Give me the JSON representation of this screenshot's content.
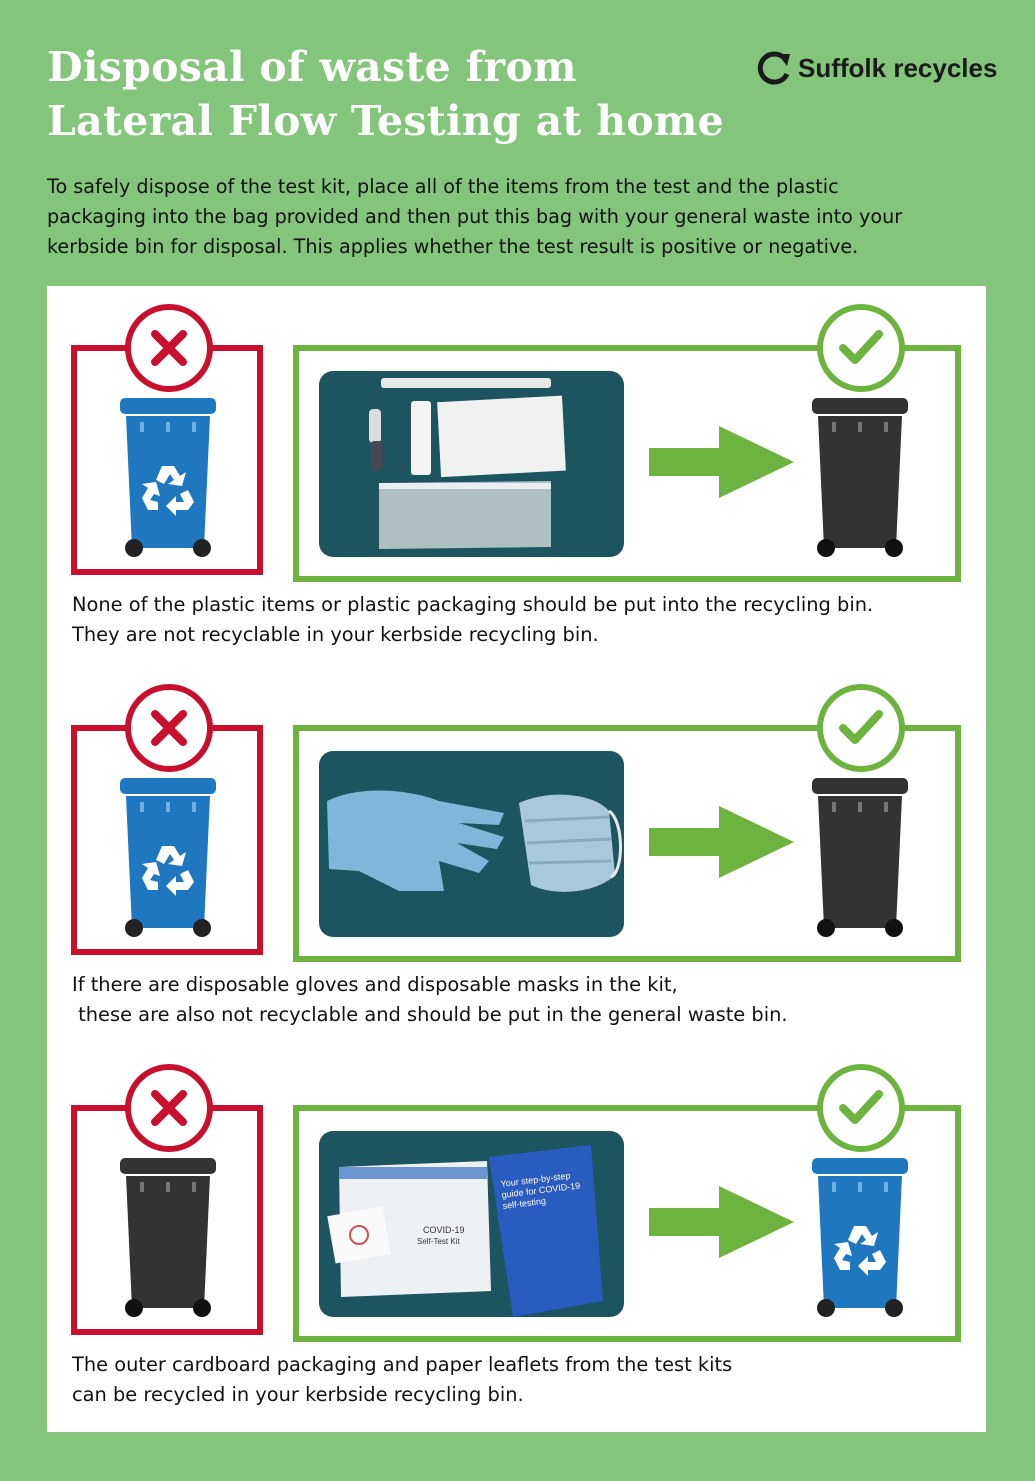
{
  "header": {
    "title_line1": "Disposal of waste from",
    "title_line2": "Lateral Flow Testing at home",
    "logo_text": "Suffolk recycles"
  },
  "intro": {
    "line1": "To safely dispose of the test kit, place all of the items from the test and the plastic",
    "line2": "packaging into the bag provided and then put this bag with your general waste into your",
    "line3": "kerbside bin for disposal. This applies whether the test result is positive or negative."
  },
  "sections": [
    {
      "wrong_bin": "recycling-bin",
      "right_bin": "general-waste-bin",
      "caption_line1": "None of the plastic items or plastic packaging should be put into the recycling bin.",
      "caption_line2": "They are not recyclable in your kerbside recycling bin."
    },
    {
      "wrong_bin": "recycling-bin",
      "right_bin": "general-waste-bin",
      "caption_line1": "If there are disposable gloves and disposable masks in the kit,",
      "caption_line2": " these are also not recyclable and should be put in the general waste bin."
    },
    {
      "wrong_bin": "general-waste-bin",
      "right_bin": "recycling-bin",
      "caption_line1": "The outer cardboard packaging and paper leaflets from the test kits",
      "caption_line2": "can be recycled in your kerbside recycling bin.",
      "photo_box_label": "COVID-19",
      "photo_box_label2": "Self-Test Kit",
      "photo_leaflet_line1": "Your step-by-step",
      "photo_leaflet_line2": "guide for COVID-19",
      "photo_leaflet_line3": "self-testing"
    }
  ],
  "colors": {
    "background": "#82c57b",
    "wrong": "#c8102e",
    "right": "#6db33f",
    "recycling_bin": "#1f77c0",
    "general_bin": "#333333",
    "photo_bg": "#1c5560"
  },
  "icons": [
    "recycle-logo-icon",
    "cross-icon",
    "check-icon",
    "recycle-icon",
    "arrow-right-icon"
  ]
}
